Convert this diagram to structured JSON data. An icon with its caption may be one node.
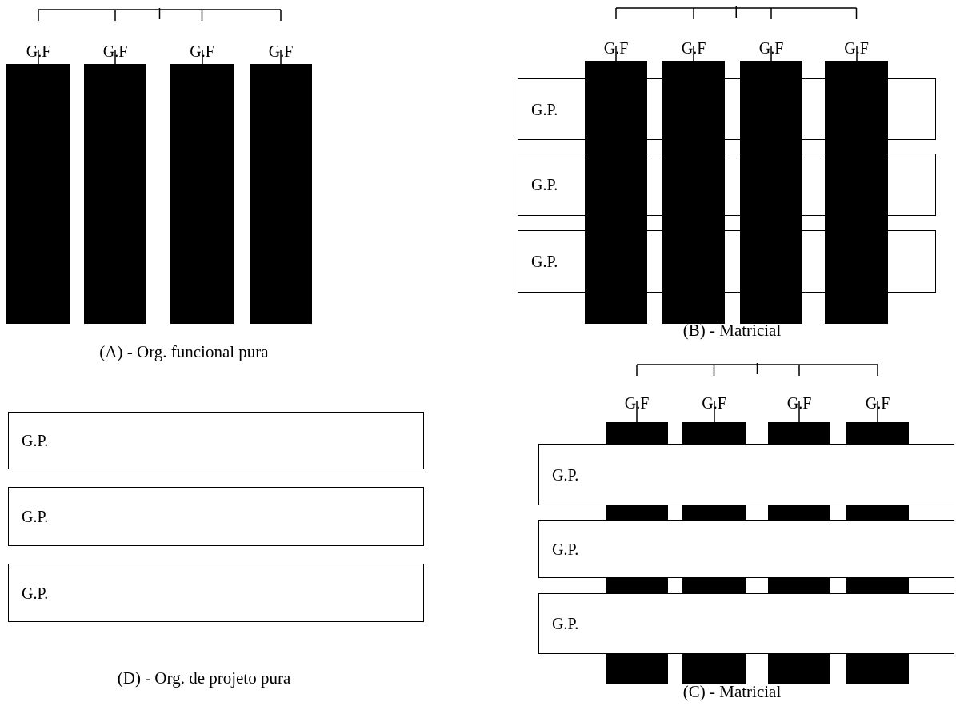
{
  "diagram": {
    "nodes": [
      {
        "text": [
          "G.F"
        ]
      },
      {
        "text": [
          "G.F"
        ]
      },
      {
        "text": [
          "G.F"
        ]
      },
      {
        "text": [
          "G.F"
        ]
      },
      {
        "text": [
          "G.F"
        ]
      },
      {
        "text": [
          "G.F"
        ]
      },
      {
        "text": [
          "G.F"
        ]
      },
      {
        "text": [
          "G.F"
        ]
      },
      {
        "text": [
          "G.P."
        ]
      },
      {
        "text": [
          "G.P."
        ]
      },
      {
        "text": [
          "G.P."
        ]
      },
      {
        "text": [
          "G.P."
        ]
      },
      {
        "text": [
          "G.P."
        ]
      },
      {
        "text": [
          "G.P."
        ]
      },
      {
        "text": [
          "G.F"
        ]
      },
      {
        "text": [
          "G.F"
        ]
      },
      {
        "text": [
          "G.F"
        ]
      },
      {
        "text": [
          "G.F"
        ]
      },
      {
        "text": [
          "G.P."
        ]
      },
      {
        "text": [
          "G.P."
        ]
      },
      {
        "text": [
          "G.P."
        ]
      }
    ],
    "labels": [
      "(A) - Org. funcional pura",
      "(B) - Matricial",
      "(D) - Org. de projeto pura",
      "(C) - Matricial"
    ]
  }
}
